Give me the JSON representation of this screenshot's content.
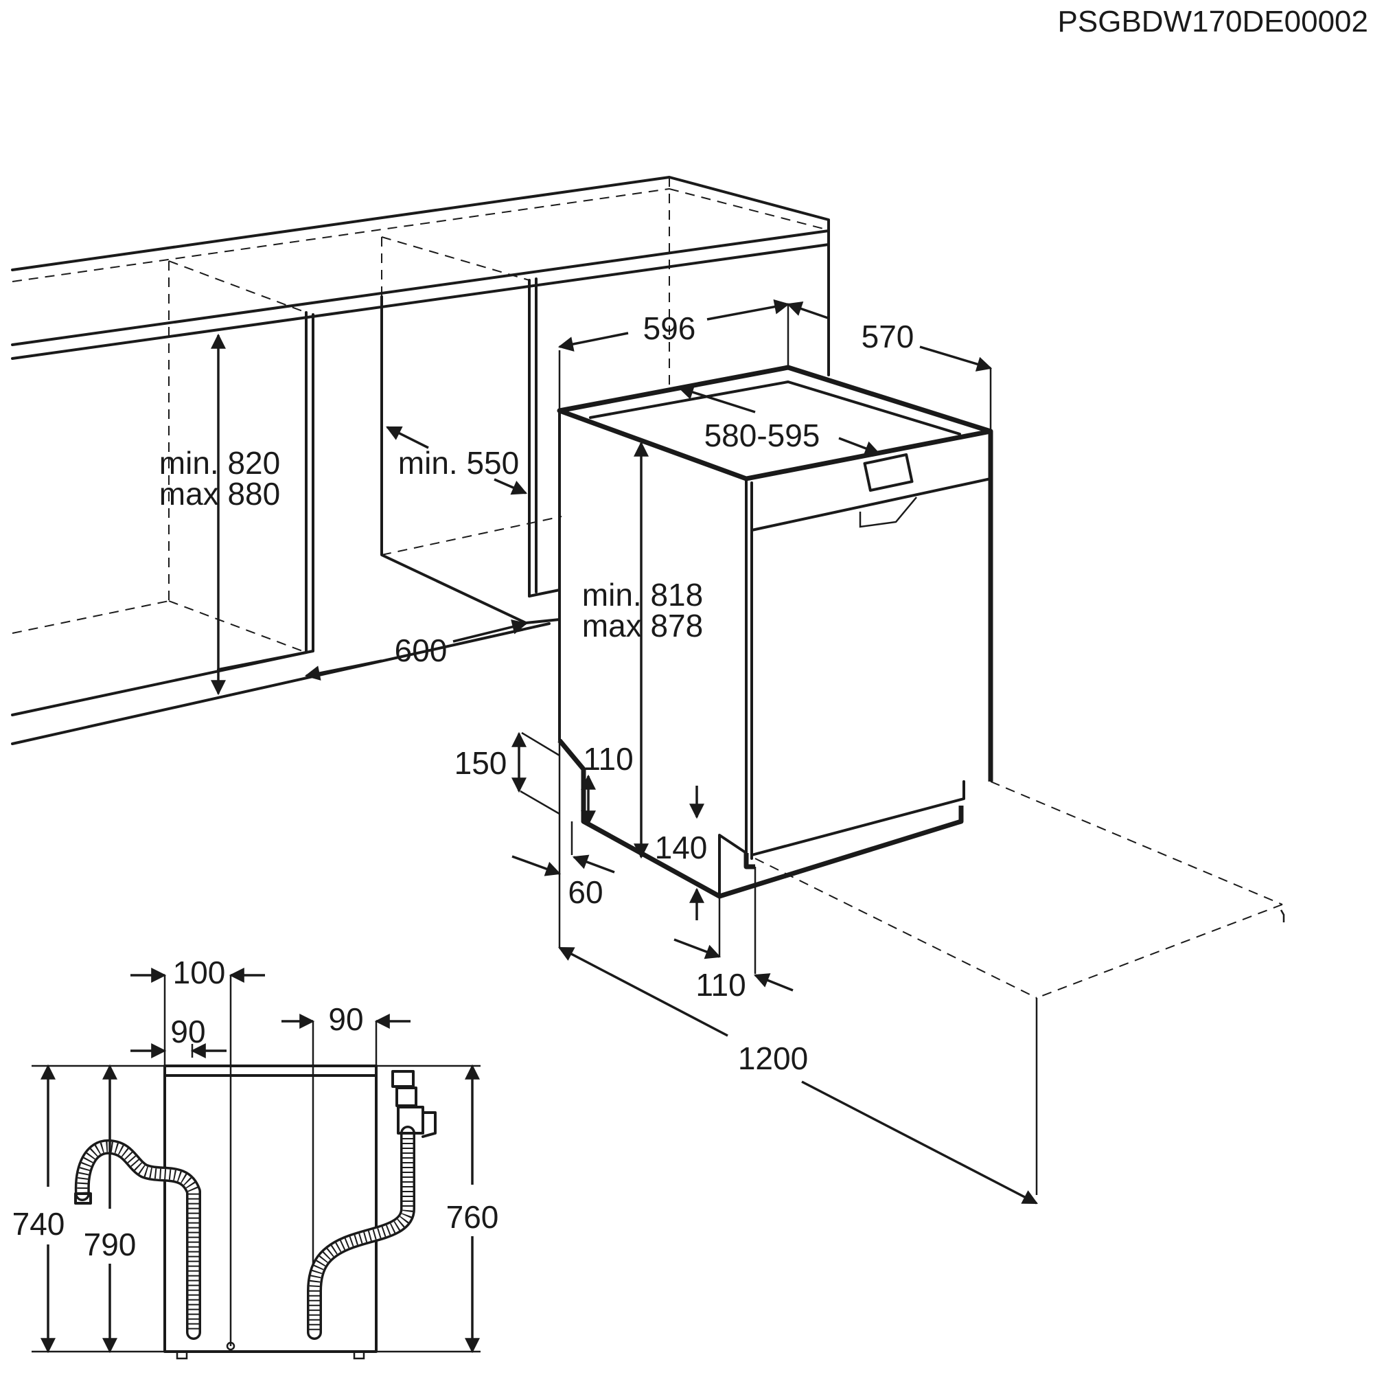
{
  "document_code": "PSGBDW170DE00002",
  "labels": {
    "niche_height_min": "min. 820",
    "niche_height_max": "max 880",
    "niche_depth": "min. 550",
    "niche_width": "600",
    "appliance_width": "596",
    "appliance_depth": "570",
    "top_depth": "580-595",
    "appliance_height_min": "min. 818",
    "appliance_height_max": "max 878",
    "plinth_150": "150",
    "plinth_110_v": "110",
    "plinth_140": "140",
    "plinth_60": "60",
    "plinth_110_h": "110",
    "door_swing": "1200",
    "rear_100": "100",
    "rear_90_left": "90",
    "rear_90_right": "90",
    "rear_740": "740",
    "rear_790": "790",
    "rear_760": "760"
  }
}
